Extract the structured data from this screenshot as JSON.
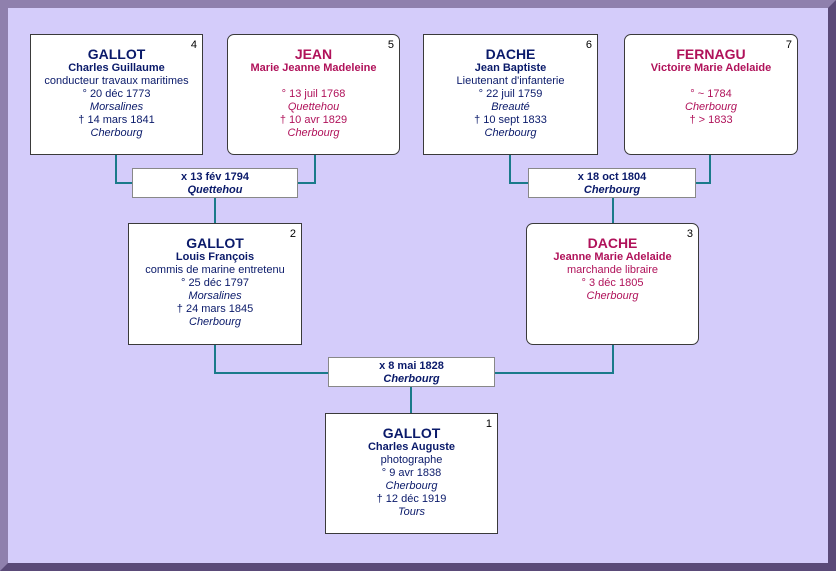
{
  "colors": {
    "male": "#0a1a6a",
    "female": "#b0125a",
    "connector": "#1a7a8a",
    "background": "#d4ccfa"
  },
  "persons": {
    "p4": {
      "num": "4",
      "surname": "GALLOT",
      "given": "Charles Guillaume",
      "occupation": "conducteur travaux maritimes",
      "birth": "° 20 déc 1773",
      "birth_place": "Morsalines",
      "death": "† 14 mars 1841",
      "death_place": "Cherbourg"
    },
    "p5": {
      "num": "5",
      "surname": "JEAN",
      "given": "Marie Jeanne Madeleine",
      "birth": "° 13 juil 1768",
      "birth_place": "Quettehou",
      "death": "† 10 avr 1829",
      "death_place": "Cherbourg"
    },
    "p6": {
      "num": "6",
      "surname": "DACHE",
      "given": "Jean Baptiste",
      "occupation": "Lieutenant d'infanterie",
      "birth": "° 22 juil 1759",
      "birth_place": "Breauté",
      "death": "† 10 sept 1833",
      "death_place": "Cherbourg"
    },
    "p7": {
      "num": "7",
      "surname": "FERNAGU",
      "given": "Victoire Marie Adelaide",
      "birth": "° ~ 1784",
      "birth_place": "Cherbourg",
      "death": "† > 1833"
    },
    "p2": {
      "num": "2",
      "surname": "GALLOT",
      "given": "Louis François",
      "occupation": "commis de marine entretenu",
      "birth": "° 25 déc 1797",
      "birth_place": "Morsalines",
      "death": "† 24 mars 1845",
      "death_place": "Cherbourg"
    },
    "p3": {
      "num": "3",
      "surname": "DACHE",
      "given": "Jeanne Marie Adelaide",
      "occupation": "marchande libraire",
      "birth": "° 3 déc 1805",
      "birth_place": "Cherbourg"
    },
    "p1": {
      "num": "1",
      "surname": "GALLOT",
      "given": "Charles Auguste",
      "occupation": "photographe",
      "birth": "° 9 avr 1838",
      "birth_place": "Cherbourg",
      "death": "† 12 déc 1919",
      "death_place": "Tours"
    }
  },
  "marriages": {
    "m45": {
      "date": "x 13 fév 1794",
      "place": "Quettehou"
    },
    "m67": {
      "date": "x 18 oct 1804",
      "place": "Cherbourg"
    },
    "m23": {
      "date": "x 8 mai 1828",
      "place": "Cherbourg"
    }
  }
}
